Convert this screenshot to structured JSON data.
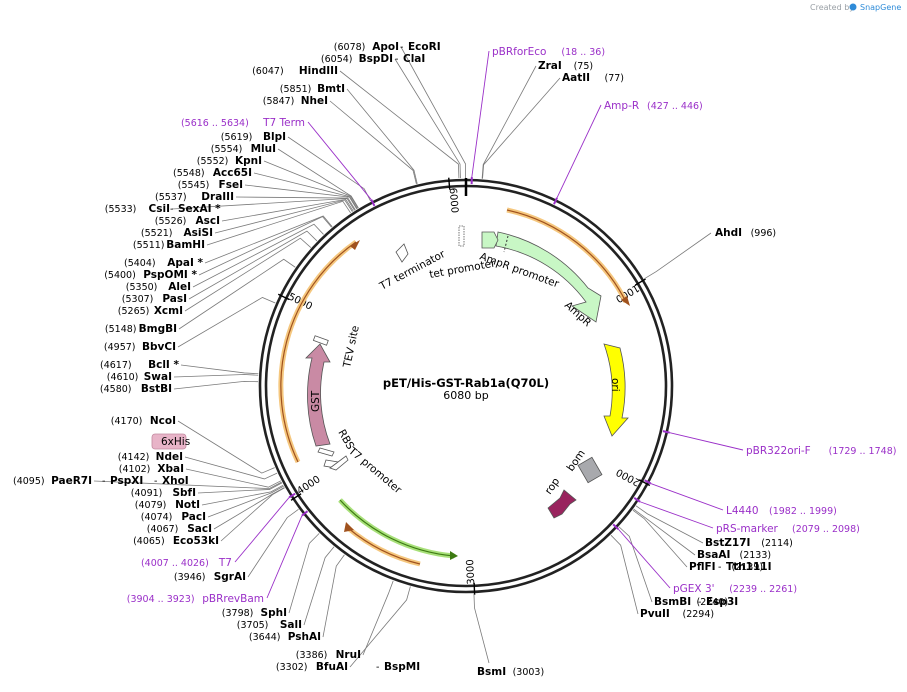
{
  "credit": {
    "text": "Created by",
    "brand": "SnapGene"
  },
  "plasmid": {
    "name": "pET/His-GST-Rab1a(Q70L)",
    "length_label": "6080 bp",
    "length": 6080
  },
  "ticks": [
    {
      "pos": 1000,
      "label": "1000"
    },
    {
      "pos": 2000,
      "label": "2000"
    },
    {
      "pos": 3000,
      "label": "3000"
    },
    {
      "pos": 4000,
      "label": "4000"
    },
    {
      "pos": 5000,
      "label": "5000"
    },
    {
      "pos": 6000,
      "label": "6000"
    }
  ],
  "sites": [
    {
      "name": "ApoI",
      "pos": 6078,
      "pos_label": "(6078)",
      "extra": "EcoRI"
    },
    {
      "name": "BspDI",
      "pos": 6054,
      "pos_label": "(6054)",
      "extra": "ClaI"
    },
    {
      "name": "HindIII",
      "pos": 6047,
      "pos_label": "(6047)"
    },
    {
      "name": "BmtI",
      "pos": 5851,
      "pos_label": "(5851)"
    },
    {
      "name": "NheI",
      "pos": 5847,
      "pos_label": "(5847)"
    },
    {
      "name": "BlpI",
      "pos": 5619,
      "pos_label": "(5619)"
    },
    {
      "name": "MluI",
      "pos": 5554,
      "pos_label": "(5554)"
    },
    {
      "name": "KpnI",
      "pos": 5552,
      "pos_label": "(5552)"
    },
    {
      "name": "Acc65I",
      "pos": 5548,
      "pos_label": "(5548)"
    },
    {
      "name": "FseI",
      "pos": 5545,
      "pos_label": "(5545)"
    },
    {
      "name": "DraIII",
      "pos": 5537,
      "pos_label": "(5537)"
    },
    {
      "name": "CsiI",
      "pos": 5533,
      "pos_label": "(5533)",
      "extra": "SexAI *"
    },
    {
      "name": "AscI",
      "pos": 5526,
      "pos_label": "(5526)"
    },
    {
      "name": "AsiSI",
      "pos": 5521,
      "pos_label": "(5521)"
    },
    {
      "name": "BamHI",
      "pos": 5511,
      "pos_label": "(5511)"
    },
    {
      "name": "ApaI *",
      "pos": 5404,
      "pos_label": "(5404)"
    },
    {
      "name": "PspOMI *",
      "pos": 5400,
      "pos_label": "(5400)"
    },
    {
      "name": "AleI",
      "pos": 5350,
      "pos_label": "(5350)"
    },
    {
      "name": "PasI",
      "pos": 5307,
      "pos_label": "(5307)"
    },
    {
      "name": "XcmI",
      "pos": 5265,
      "pos_label": "(5265)"
    },
    {
      "name": "BmgBI",
      "pos": 5148,
      "pos_label": "(5148)"
    },
    {
      "name": "BbvCI",
      "pos": 4957,
      "pos_label": "(4957)"
    },
    {
      "name": "BclI *",
      "pos": 4617,
      "pos_label": "(4617)"
    },
    {
      "name": "SwaI",
      "pos": 4610,
      "pos_label": "(4610)"
    },
    {
      "name": "BstBI",
      "pos": 4580,
      "pos_label": "(4580)"
    },
    {
      "name": "NcoI",
      "pos": 4170,
      "pos_label": "(4170)"
    },
    {
      "name": "NdeI",
      "pos": 4142,
      "pos_label": "(4142)"
    },
    {
      "name": "XbaI",
      "pos": 4102,
      "pos_label": "(4102)"
    },
    {
      "name": "PaeR7I",
      "pos": 4095,
      "pos_label": "(4095)",
      "extra": "PspXI",
      "extra2": "XhoI"
    },
    {
      "name": "SbfI",
      "pos": 4091,
      "pos_label": "(4091)"
    },
    {
      "name": "NotI",
      "pos": 4079,
      "pos_label": "(4079)"
    },
    {
      "name": "PacI",
      "pos": 4074,
      "pos_label": "(4074)"
    },
    {
      "name": "SacI",
      "pos": 4067,
      "pos_label": "(4067)"
    },
    {
      "name": "Eco53kI",
      "pos": 4065,
      "pos_label": "(4065)"
    },
    {
      "name": "SgrAI",
      "pos": 3946,
      "pos_label": "(3946)"
    },
    {
      "name": "SphI",
      "pos": 3798,
      "pos_label": "(3798)"
    },
    {
      "name": "SalI",
      "pos": 3705,
      "pos_label": "(3705)"
    },
    {
      "name": "PshAI",
      "pos": 3644,
      "pos_label": "(3644)"
    },
    {
      "name": "NruI",
      "pos": 3386,
      "pos_label": "(3386)"
    },
    {
      "name": "BfuAI",
      "pos": 3302,
      "pos_label": "(3302)",
      "extra": "BspMI"
    },
    {
      "name": "BsmI",
      "pos": 3003,
      "pos_label": "(3003)"
    },
    {
      "name": "PvuII",
      "pos": 2294,
      "pos_label": "(2294)"
    },
    {
      "name": "BsmBI",
      "pos": 2240,
      "pos_label": "(2240)",
      "extra": "Esp3I"
    },
    {
      "name": "PflFI",
      "pos": 2139,
      "pos_label": "(2139)",
      "extra": "Tth111I"
    },
    {
      "name": "BsaAI",
      "pos": 2133,
      "pos_label": "(2133)"
    },
    {
      "name": "BstZ17I",
      "pos": 2114,
      "pos_label": "(2114)"
    },
    {
      "name": "AhdI",
      "pos": 996,
      "pos_label": "(996)"
    },
    {
      "name": "ZraI",
      "pos": 75,
      "pos_label": "(75)"
    },
    {
      "name": "AatII",
      "pos": 77,
      "pos_label": "(77)"
    }
  ],
  "primers": [
    {
      "name": "pBRforEco",
      "range": "(18 .. 36)",
      "pos": 27
    },
    {
      "name": "Amp-R",
      "range": "(427 .. 446)",
      "pos": 436
    },
    {
      "name": "T7 Term",
      "range": "(5616 .. 5634)",
      "pos": 5625
    },
    {
      "name": "pBR322ori-F",
      "range": "(1729 .. 1748)",
      "pos": 1738
    },
    {
      "name": "L4440",
      "range": "(1982 .. 1999)",
      "pos": 1990
    },
    {
      "name": "pRS-marker",
      "range": "(2079 .. 2098)",
      "pos": 2088
    },
    {
      "name": "pGEX 3'",
      "range": "(2239 .. 2261)",
      "pos": 2250
    },
    {
      "name": "T7",
      "range": "(4007 .. 4026)",
      "pos": 4016
    },
    {
      "name": "pBRrevBam",
      "range": "(3904 .. 3923)",
      "pos": 3913
    }
  ],
  "features": [
    {
      "name": "AmpR promoter",
      "color": "#c8f7c5"
    },
    {
      "name": "AmpR",
      "color": "#c8f7c5"
    },
    {
      "name": "ori",
      "color": "#ffff00"
    },
    {
      "name": "rop",
      "color": "#99245e"
    },
    {
      "name": "bom",
      "color": "#a8a9ad"
    },
    {
      "name": "T7 promoter",
      "color": "#ffffff"
    },
    {
      "name": "RBS",
      "color": "#ffffff"
    },
    {
      "name": "GST",
      "color": "#c98aa4"
    },
    {
      "name": "TEV site",
      "color": "#ffffff"
    },
    {
      "name": "6xHis",
      "color": "#e8b4c8"
    },
    {
      "name": "T7 terminator",
      "color": "#ffffff"
    },
    {
      "name": "tet promoter",
      "color": "#ffffff"
    }
  ],
  "colors": {
    "backbone": "#222222",
    "primer": "#9a2fc8",
    "orf_orange": "#f5c77e",
    "orf_green": "#5aa02c",
    "tick_marker": "#9a2fc8"
  }
}
